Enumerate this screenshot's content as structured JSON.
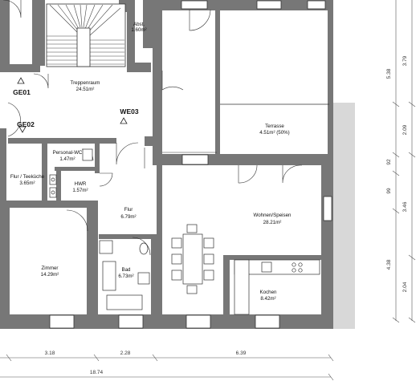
{
  "rooms": {
    "abst": "Abst.",
    "abst_area": "1.60m²",
    "treppenraum": "Treppenraum",
    "treppenraum_area": "24.51m²",
    "terrasse": "Terrasse",
    "terrasse_area": "4.51m² (50%)",
    "personal_wc": "Personal-WC",
    "personal_wc_area": "1.47m²",
    "flur_teekueche": "Flur / Teeküche",
    "flur_teekueche_area": "3.65m²",
    "hwr": "HWR",
    "hwr_area": "1.57m²",
    "flur": "Flur",
    "flur_area": "6.79m²",
    "wohnen": "Wohnen/Speisen",
    "wohnen_area": "28.21m²",
    "zimmer": "Zimmer",
    "zimmer_area": "14.29m²",
    "bad": "Bad",
    "bad_area": "6.73m²",
    "kochen": "Kochen",
    "kochen_area": "8.42m²"
  },
  "markers": {
    "ge01": "GE01",
    "ge02": "GE02",
    "we03": "WE03"
  },
  "dimensions": {
    "bottom": [
      "3.18",
      "2.28",
      "6.39"
    ],
    "total": "18.74",
    "right_outer": [
      "5.38",
      "92",
      "99",
      "4.38"
    ],
    "right_inner": [
      "3.79",
      "2.09",
      "3.46",
      "2.04"
    ]
  }
}
